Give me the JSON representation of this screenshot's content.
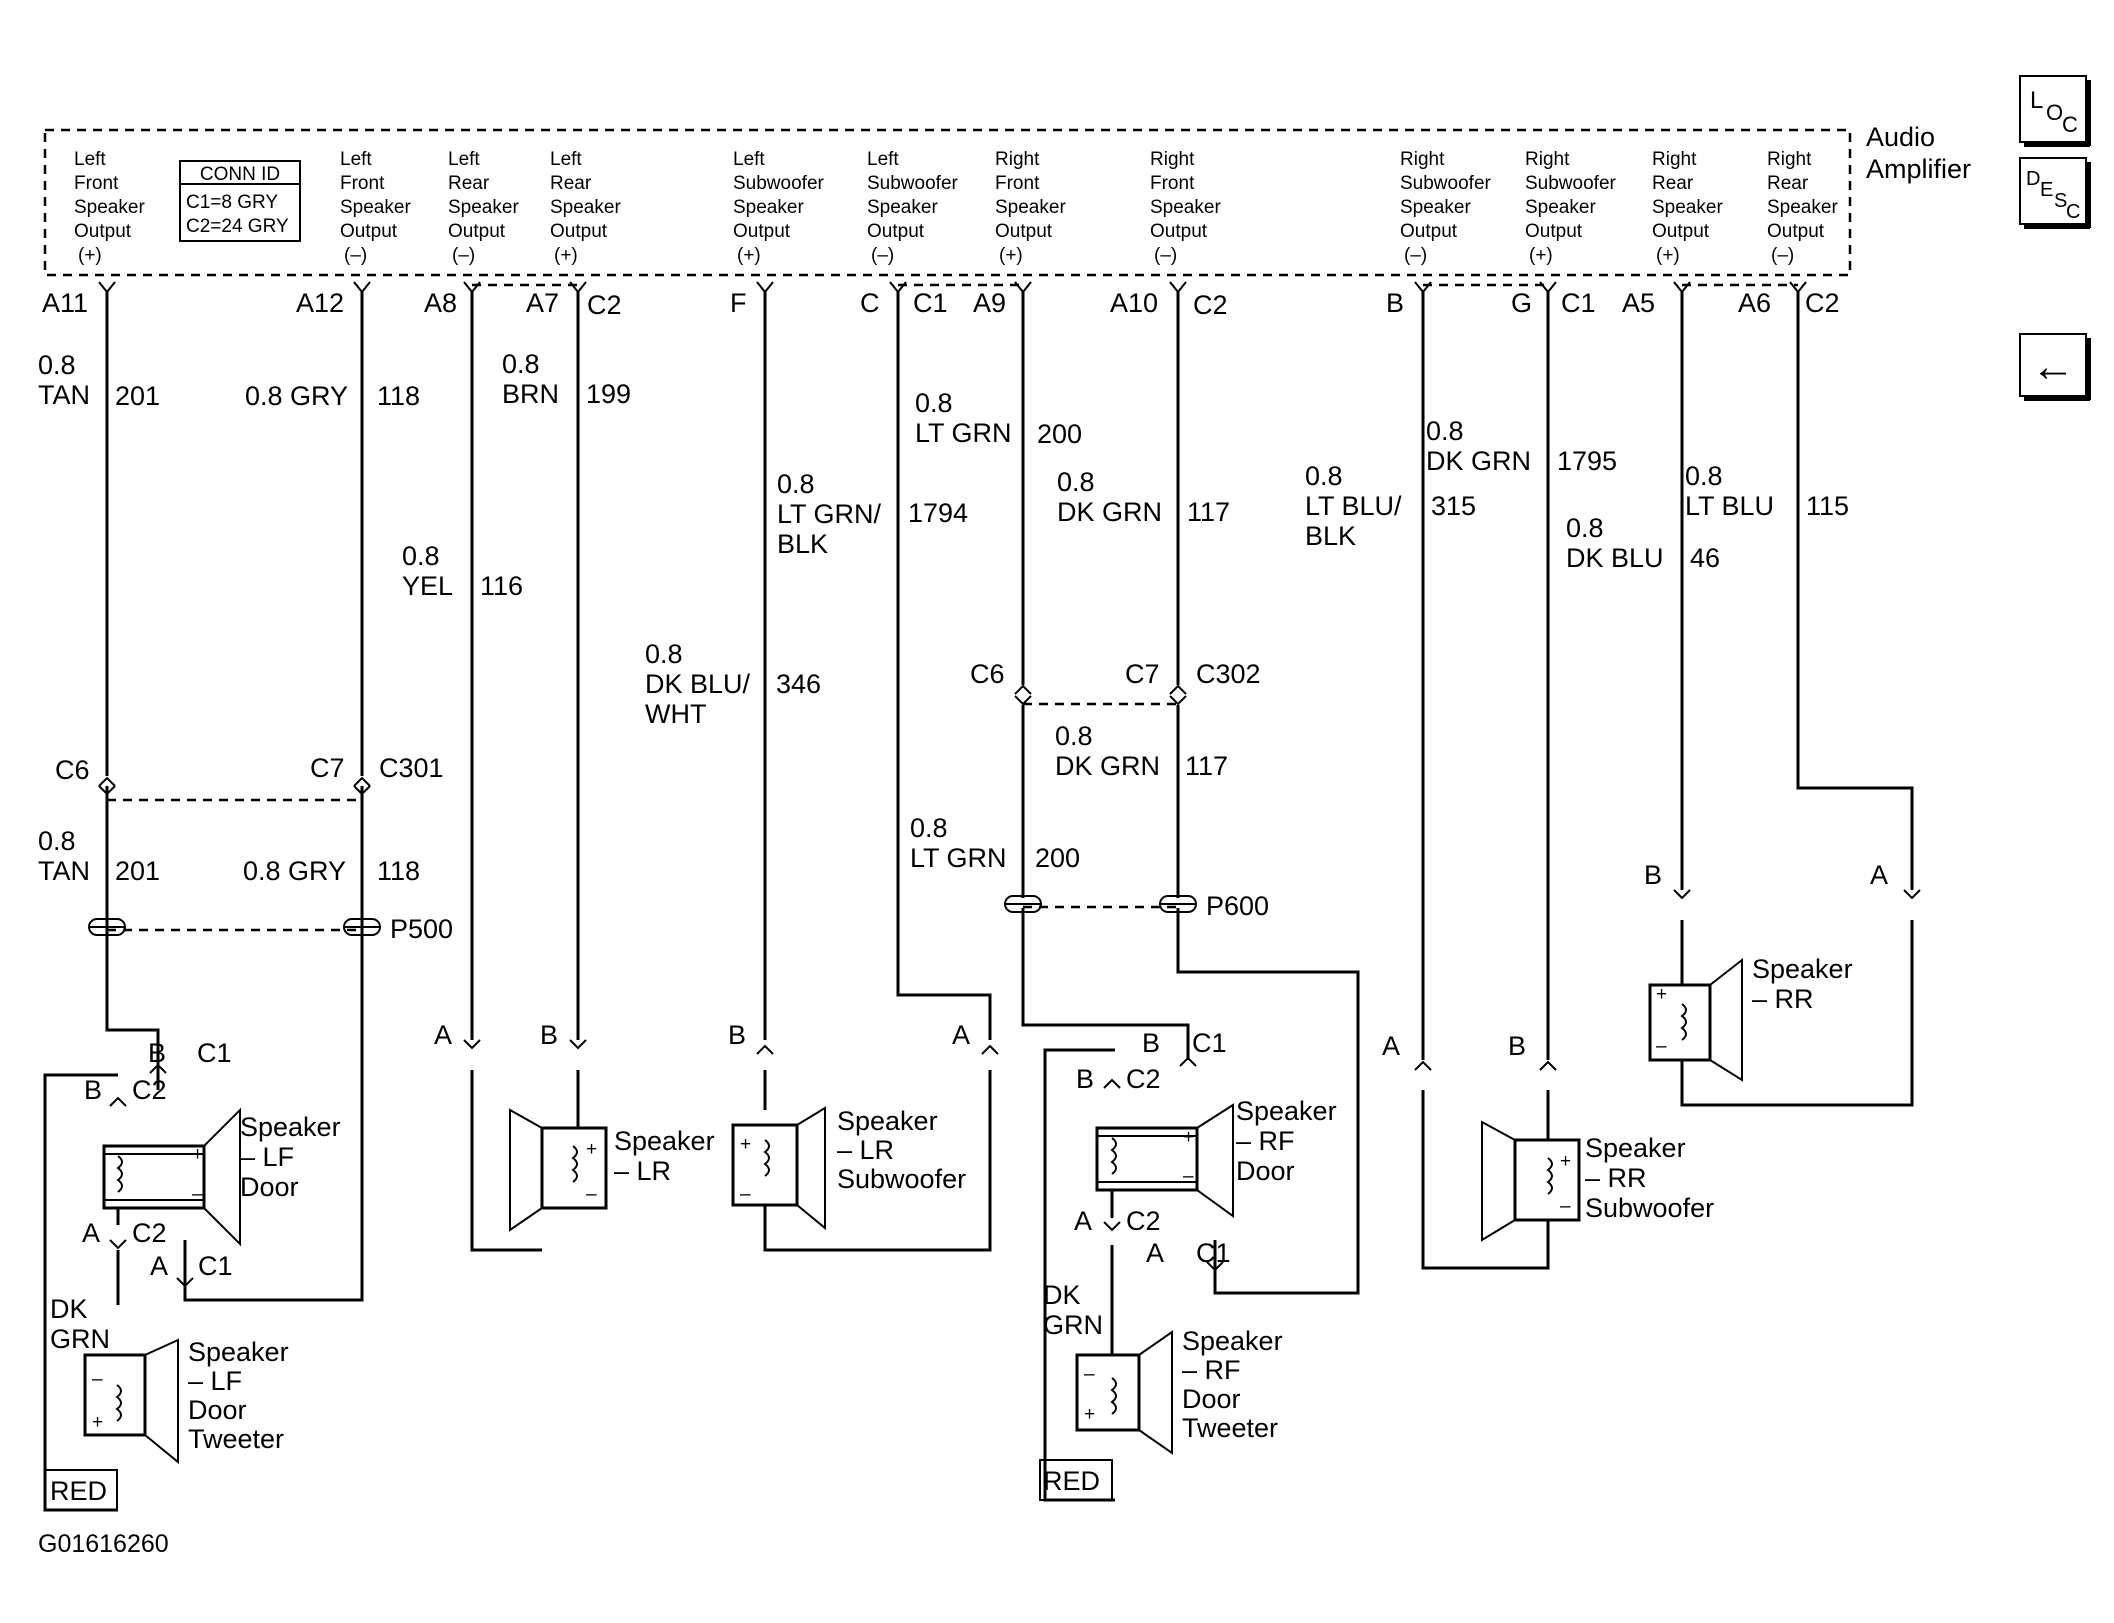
{
  "amplifier": {
    "title_line1": "Audio",
    "title_line2": "Amplifier",
    "conn_id": {
      "title": "CONN ID",
      "c1": "C1=8 GRY",
      "c2": "C2=24 GRY"
    },
    "outputs": [
      {
        "lines": [
          "Left",
          "Front",
          "Speaker",
          "Output",
          "(+)"
        ]
      },
      {
        "lines": [
          "Left",
          "Front",
          "Speaker",
          "Output",
          "(–)"
        ]
      },
      {
        "lines": [
          "Left",
          "Rear",
          "Speaker",
          "Output",
          "(–)"
        ]
      },
      {
        "lines": [
          "Left",
          "Rear",
          "Speaker",
          "Output",
          "(+)"
        ]
      },
      {
        "lines": [
          "Left",
          "Subwoofer",
          "Speaker",
          "Output",
          "(+)"
        ]
      },
      {
        "lines": [
          "Left",
          "Subwoofer",
          "Speaker",
          "Output",
          "(–)"
        ]
      },
      {
        "lines": [
          "Right",
          "Front",
          "Speaker",
          "Output",
          "(+)"
        ]
      },
      {
        "lines": [
          "Right",
          "Front",
          "Speaker",
          "Output",
          "(–)"
        ]
      },
      {
        "lines": [
          "Right",
          "Subwoofer",
          "Speaker",
          "Output",
          "(–)"
        ]
      },
      {
        "lines": [
          "Right",
          "Subwoofer",
          "Speaker",
          "Output",
          "(+)"
        ]
      },
      {
        "lines": [
          "Right",
          "Rear",
          "Speaker",
          "Output",
          "(+)"
        ]
      },
      {
        "lines": [
          "Right",
          "Rear",
          "Speaker",
          "Output",
          "(–)"
        ]
      }
    ]
  },
  "pins": [
    "A11",
    "A12",
    "A8",
    "A7",
    "F",
    "C",
    "A9",
    "A10",
    "B",
    "G",
    "A5",
    "A6"
  ],
  "connectors_top": [
    "C2",
    "C1",
    "C2",
    "C1",
    "C2"
  ],
  "wires": [
    {
      "size": "0.8",
      "color": "TAN",
      "circuit": "201"
    },
    {
      "size": "0.8 GRY",
      "circuit": "118"
    },
    {
      "size": "0.8",
      "color": "YEL",
      "circuit": "116"
    },
    {
      "size": "0.8",
      "color": "BRN",
      "circuit": "199"
    },
    {
      "size": "0.8",
      "color": "DK BLU/",
      "color2": "WHT",
      "circuit": "346"
    },
    {
      "size": "0.8",
      "color": "LT GRN/",
      "color2": "BLK",
      "circuit": "1794"
    },
    {
      "size": "0.8",
      "color": "LT GRN",
      "circuit": "200"
    },
    {
      "size": "0.8",
      "color": "DK GRN",
      "circuit": "117"
    },
    {
      "size": "0.8",
      "color": "LT BLU/",
      "color2": "BLK",
      "circuit": "315"
    },
    {
      "size": "0.8",
      "color": "DK GRN",
      "circuit": "1795"
    },
    {
      "size": "0.8",
      "color": "DK BLU",
      "circuit": "46"
    },
    {
      "size": "0.8",
      "color": "LT BLU",
      "circuit": "115"
    }
  ],
  "lower_wires": [
    {
      "size": "0.8",
      "color": "TAN",
      "circuit": "201"
    },
    {
      "size": "0.8 GRY",
      "circuit": "118"
    },
    {
      "size": "0.8",
      "color": "LT GRN",
      "circuit": "200"
    },
    {
      "size": "0.8",
      "color": "DK GRN",
      "circuit": "117"
    }
  ],
  "inline_connectors": {
    "c301": {
      "a": "C6",
      "b": "C7",
      "name": "C301"
    },
    "c302": {
      "a": "C6",
      "b": "C7",
      "name": "C302"
    },
    "p500": "P500",
    "p600": "P600"
  },
  "speakers": {
    "lf_door": {
      "l1": "Speaker",
      "l2": "– LF",
      "l3": "Door"
    },
    "lf_tweeter": {
      "l1": "Speaker",
      "l2": "– LF",
      "l3": "Door",
      "l4": "Tweeter"
    },
    "lr": {
      "l1": "Speaker",
      "l2": "– LR"
    },
    "lr_sub": {
      "l1": "Speaker",
      "l2": "– LR",
      "l3": "Subwoofer"
    },
    "rf_door": {
      "l1": "Speaker",
      "l2": "– RF",
      "l3": "Door"
    },
    "rf_tweeter": {
      "l1": "Speaker",
      "l2": "– RF",
      "l3": "Door",
      "l4": "Tweeter"
    },
    "rr_sub": {
      "l1": "Speaker",
      "l2": "– RR",
      "l3": "Subwoofer"
    },
    "rr": {
      "l1": "Speaker",
      "l2": "– RR"
    }
  },
  "speaker_pins": {
    "lf_door": {
      "b": "B",
      "c1": "C1",
      "b2": "B",
      "c2": "C2",
      "a": "A",
      "c2b": "C2",
      "a2": "A",
      "c1b": "C1"
    },
    "lr": {
      "a": "A",
      "b": "B"
    },
    "lr_sub": {
      "b": "B",
      "a": "A"
    },
    "rf_door": {
      "b": "B",
      "c1": "C1",
      "b2": "B",
      "c2": "C2",
      "a": "A",
      "c2b": "C2",
      "a2": "A",
      "c1b": "C1"
    },
    "rr_sub": {
      "a": "A",
      "b": "B"
    },
    "rr": {
      "b": "B",
      "a": "A"
    }
  },
  "tweeter_wires": {
    "left": {
      "color1": "DK",
      "color2": "GRN",
      "red": "RED"
    },
    "right": {
      "color1": "DK",
      "color2": "GRN",
      "red": "RED"
    }
  },
  "polarity": {
    "plus": "+",
    "minus": "–"
  },
  "footer_id": "G01616260",
  "nav": {
    "loc": [
      "L",
      "O",
      "C"
    ],
    "desc": [
      "D",
      "E",
      "S",
      "C"
    ],
    "back": "←"
  }
}
